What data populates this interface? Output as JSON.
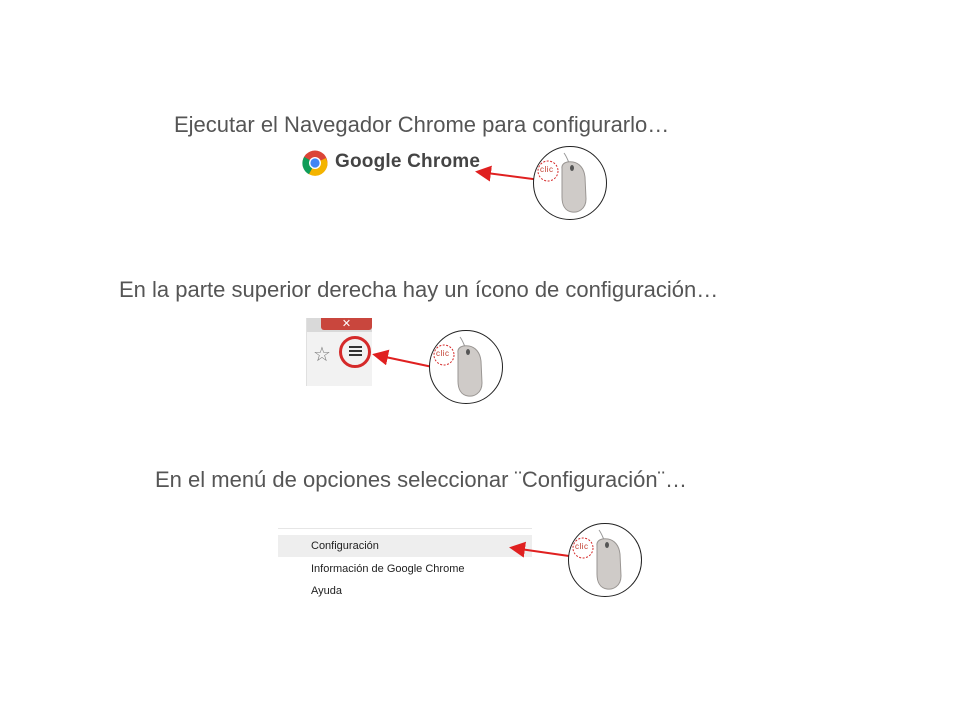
{
  "steps": [
    {
      "instruction": "Ejecutar el Navegador Chrome para configurarlo…"
    },
    {
      "instruction": "En la parte superior derecha hay un ícono de configuración…"
    },
    {
      "instruction": "En el menú de opciones seleccionar ¨Configuración¨…"
    }
  ],
  "chrome_logo_text": "Google Chrome",
  "toolbar": {
    "close_symbol": "✕",
    "star_symbol": "☆"
  },
  "menu_items": [
    "Configuración",
    "Información de Google Chrome",
    "Ayuda"
  ],
  "mouse_label": "clic",
  "colors": {
    "arrow": "#e02020",
    "ring": "#d52a2a",
    "text": "#555555"
  },
  "icons": [
    "chrome-icon",
    "star-icon",
    "hamburger-menu-icon",
    "mouse-icon",
    "arrow-icon"
  ]
}
